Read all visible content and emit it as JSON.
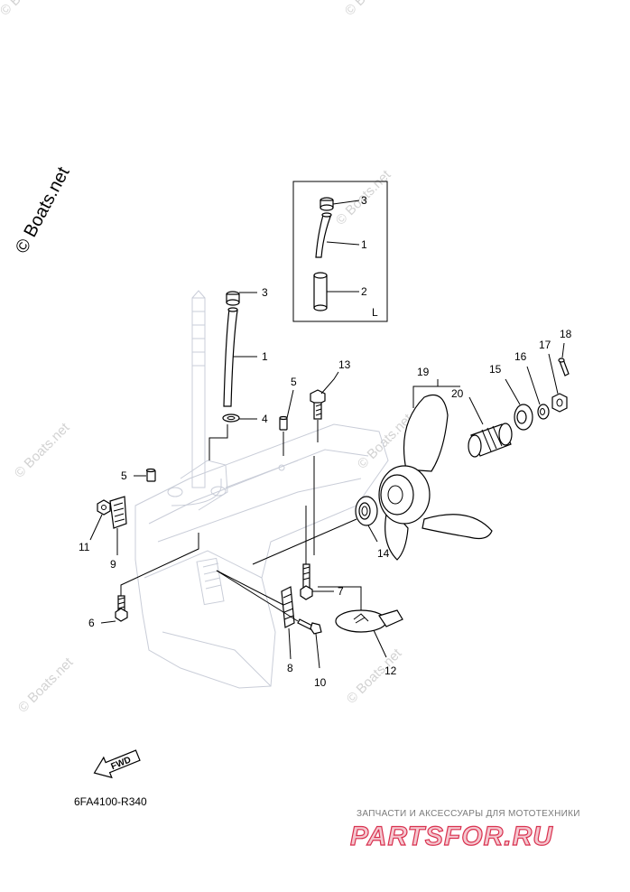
{
  "watermarks": {
    "main": "© Boats.net",
    "repeat": "© Boats.net"
  },
  "inset_label": "L",
  "reference_code": "6FA4100-R340",
  "fwd_label": "FWD",
  "brand": {
    "tagline": "ЗАПЧАСТИ И АКСЕССУАРЫ ДЛЯ МОТОТЕХНИКИ",
    "name": "PARTSFOR.RU"
  },
  "callouts": {
    "inset_3": "3",
    "inset_1": "1",
    "inset_2": "2",
    "p3": "3",
    "p1": "1",
    "p4": "4",
    "p13": "13",
    "p5a": "5",
    "p5b": "5",
    "p19": "19",
    "p20": "20",
    "p15": "15",
    "p16": "16",
    "p17": "17",
    "p18": "18",
    "p11": "11",
    "p9": "9",
    "p14": "14",
    "p7": "7",
    "p6": "6",
    "p8": "8",
    "p10": "10",
    "p12": "12"
  },
  "colors": {
    "ghost_lines": "#c9cdd8",
    "watermark": "#d2d2d2",
    "brand_red": "#d9314f"
  }
}
